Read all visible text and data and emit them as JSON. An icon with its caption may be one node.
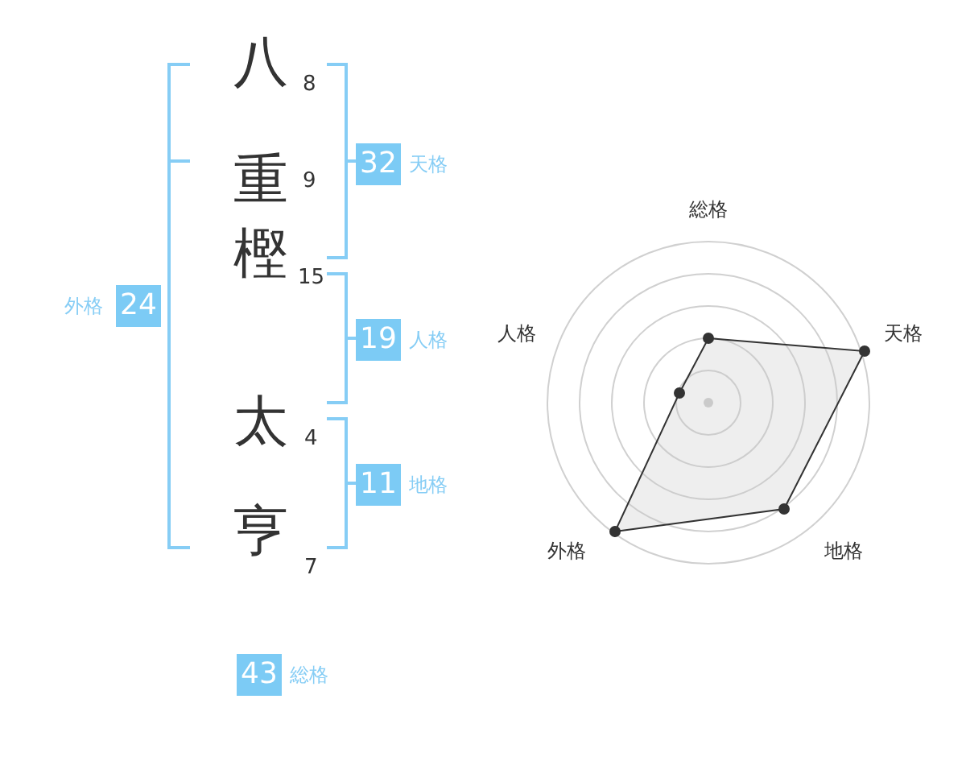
{
  "diagram": {
    "nodes": [
      {
        "text": [
          "32"
        ],
        "beside": [
          "天格"
        ]
      },
      {
        "text": [
          "24"
        ],
        "beside": [
          "外格"
        ]
      },
      {
        "text": [
          "19"
        ],
        "beside": [
          "人格"
        ]
      },
      {
        "text": [
          "11"
        ],
        "beside": [
          "地格"
        ]
      },
      {
        "text": [
          "43"
        ],
        "beside": [
          "総格"
        ]
      }
    ],
    "edges": [],
    "labels": [
      "八",
      "8",
      "重",
      "9",
      "樫",
      "15",
      "太",
      "4",
      "亨",
      "7",
      "総格",
      "人格",
      "天格",
      "外格",
      "地格"
    ]
  }
}
